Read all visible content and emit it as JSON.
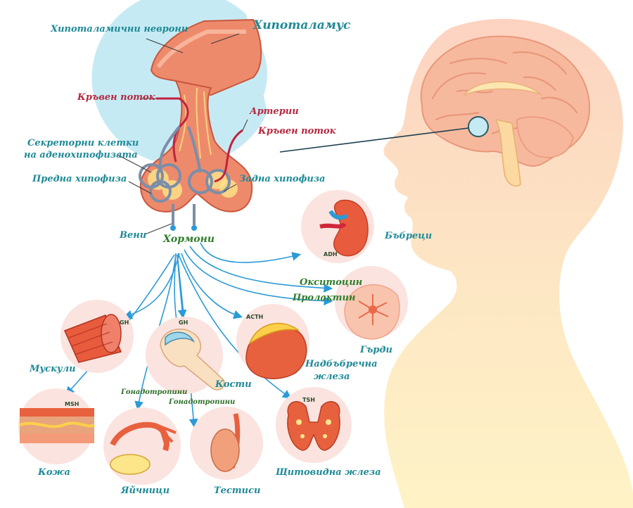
{
  "labels": {
    "hypothalamus": "Хипоталамус",
    "hypothalamic_neurons": "Хипоталамични неврони",
    "blood_flow_left": "Кръвен поток",
    "arteries": "Артерии",
    "blood_flow_right": "Кръвен поток",
    "secretory_cells_line1": "Секреторни клетки",
    "secretory_cells_line2": "на аденохипофизата",
    "anterior_pituitary": "Предна хипофиза",
    "posterior_pituitary": "Задна хипофиза",
    "veins": "Вени",
    "hormones": "Хормони",
    "kidneys": "Бъбреци",
    "oxytocin": "Окситоцин",
    "prolactin": "Пролактин",
    "breasts": "Гърди",
    "muscles": "Мускули",
    "bones": "Кости",
    "adrenal_line1": "Надбъбречна",
    "adrenal_line2": "жлеза",
    "skin": "Кожа",
    "ovaries": "Яйчници",
    "testes": "Тестиси",
    "thyroid": "Щитовидна жлеза",
    "gonadotropins_1": "Гонадотропини",
    "gonadotropins_2": "Гонадотропини"
  },
  "hormone_codes": {
    "kidney": "ADH",
    "muscle": "GH",
    "bone": "GH",
    "adrenal": "ACTH",
    "skin": "MSH",
    "thyroid": "TSH"
  },
  "colors": {
    "teal_label": "#1f8a96",
    "red_label": "#b5283f",
    "green_label": "#2f7d2a",
    "arrow_blue": "#2b9ad6",
    "organ_circle": "#fbe3df",
    "head_gradient_top": "#fcd6c3",
    "head_gradient_bottom": "#fef3c4",
    "zoom_circle": "#c6eaf4"
  },
  "icons": [
    "brain-icon",
    "pituitary-icon",
    "kidney-icon",
    "breast-icon",
    "muscle-icon",
    "bone-icon",
    "adrenal-icon",
    "skin-icon",
    "ovary-icon",
    "testis-icon",
    "thyroid-icon"
  ]
}
